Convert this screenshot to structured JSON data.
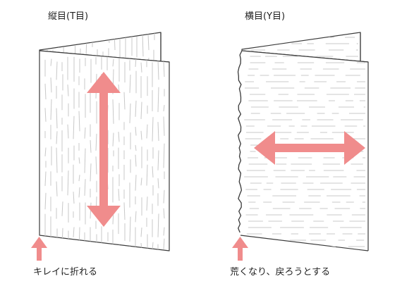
{
  "diagrams": [
    {
      "id": "tate",
      "title": "縦目(T目)",
      "caption": "キレイに折れる",
      "grain": "vertical",
      "arrow_direction": "vertical"
    },
    {
      "id": "yoko",
      "title": "横目(Y目)",
      "caption": "荒くなり、戻ろうとする",
      "grain": "horizontal",
      "arrow_direction": "horizontal"
    }
  ],
  "colors": {
    "arrow": "#f08c8c",
    "outline": "#3a3a3a",
    "grain_line": "#c8c8c8",
    "text": "#222222"
  }
}
